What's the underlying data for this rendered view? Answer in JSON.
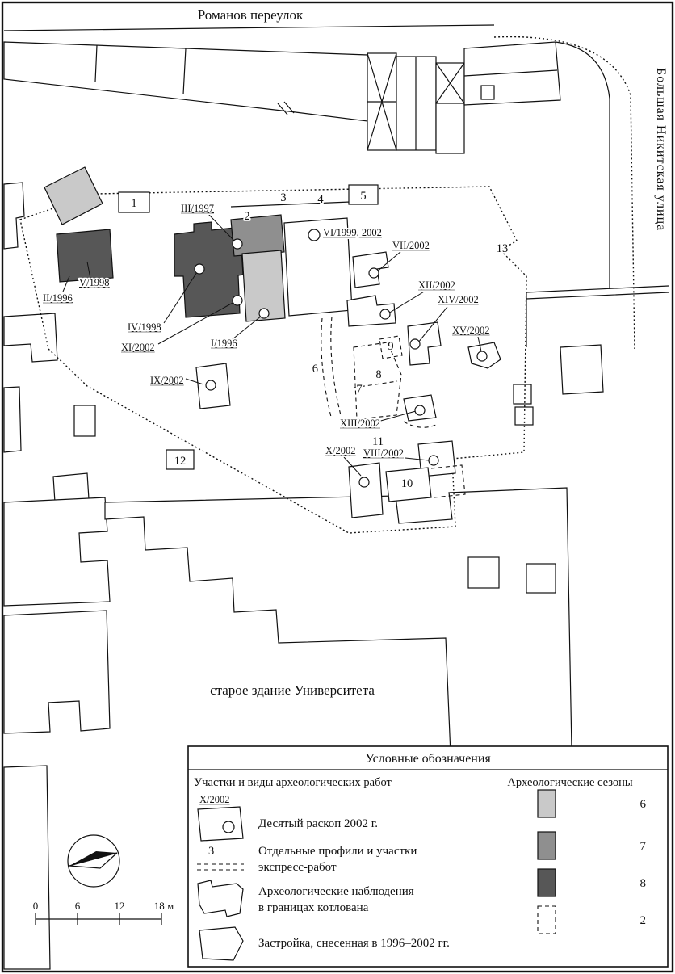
{
  "streets": {
    "top": "Романов переулок",
    "right": "Большая Никитская улица"
  },
  "map": {
    "university_label": "старое здание Университета",
    "site_numbers": [
      "1",
      "2",
      "3",
      "4",
      "5",
      "6",
      "7",
      "8",
      "9",
      "10",
      "11",
      "12",
      "13"
    ],
    "excavations": {
      "i": "I/1996",
      "ii": "II/1996",
      "iii": "III/1997",
      "iv": "IV/1998",
      "v": "V/1998",
      "vi": "VI/1999, 2002",
      "vii": "VII/2002",
      "viii": "VIII/2002",
      "ix": "IX/2002",
      "x": "X/2002",
      "xi": "XI/2002",
      "xii": "XII/2002",
      "xiii": "XIII/2002",
      "xiv": "XIV/2002",
      "xv": "XV/2002"
    }
  },
  "legend": {
    "title": "Условные обозначения",
    "left_header": "Участки и виды археологических  работ",
    "right_header": "Археологические сезоны",
    "items": [
      {
        "symbol": "X/2002",
        "label": "Десятый раскоп 2002 г."
      },
      {
        "symbol": "3",
        "line1": "Отдельные профили и участки",
        "line2": "экспресс-работ"
      },
      {
        "line1": "Археологические наблюдения",
        "line2": "в границах котлована"
      },
      {
        "label": "Застройка, снесенная в 1996–2002 гг."
      }
    ],
    "seasons": [
      {
        "label": "6",
        "color": "#c9c9c9"
      },
      {
        "label": "7",
        "color": "#8f8f8f"
      },
      {
        "label": "8",
        "color": "#575757"
      },
      {
        "label": "2",
        "color": "none"
      }
    ]
  },
  "scale_bar": {
    "labels": [
      "0",
      "6",
      "12",
      "18 м"
    ]
  },
  "colors": {
    "light": "#c9c9c9",
    "medium": "#8f8f8f",
    "dark": "#575757",
    "ink": "#111111"
  }
}
